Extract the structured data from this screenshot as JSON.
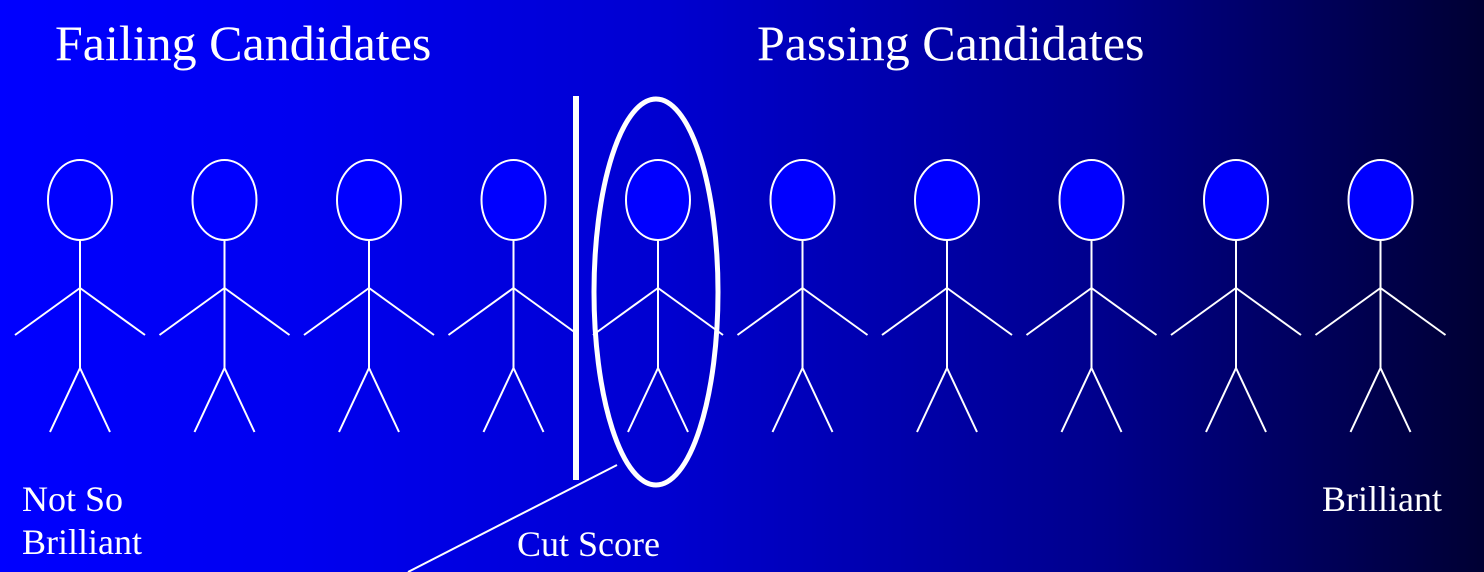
{
  "headings": {
    "failing": "Failing Candidates",
    "passing": "Passing Candidates"
  },
  "labels": {
    "low_end_line1": "Not So",
    "low_end_line2": "Brilliant",
    "high_end": "Brilliant",
    "cut_score": "Cut Score"
  },
  "figures": {
    "count": 10,
    "failing_count": 4,
    "highlighted_index": 4
  },
  "colors": {
    "background_left": "#0000ff",
    "background_right": "#000033",
    "head_fill": "#0000ff",
    "stroke": "#ffffff"
  }
}
